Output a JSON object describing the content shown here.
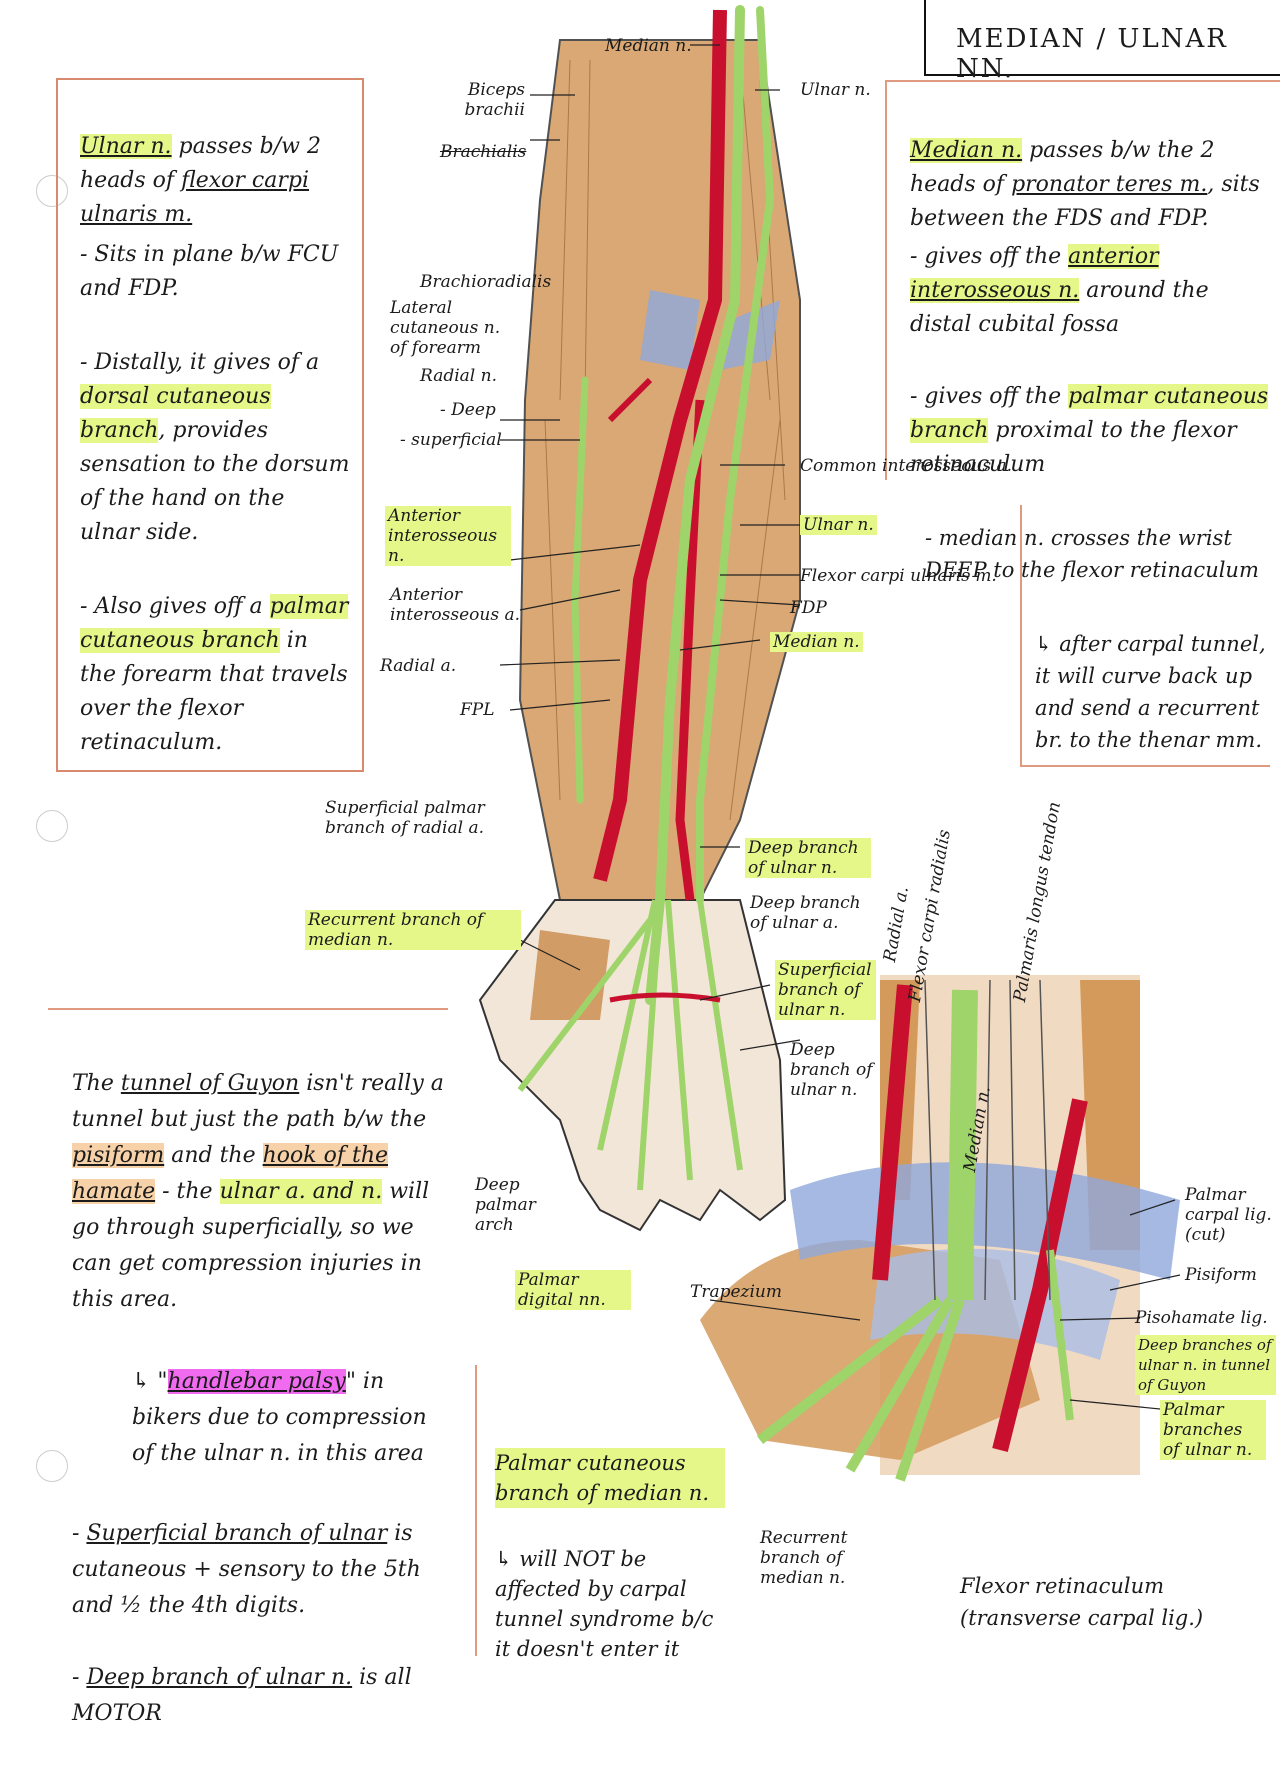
{
  "title": "MEDIAN / ULNAR NN.",
  "left_note_top": {
    "p1_hl": "Ulnar n.",
    "p1_rest": " passes b/w 2 heads of ",
    "p1_u": "flexor carpi ulnaris m.",
    "p2": "- Sits in plane b/w FCU and FDP.",
    "p3_a": "- Distally, it gives of a ",
    "p3_hl": "dorsal cutaneous branch",
    "p3_b": ", provides sensation to the dorsum of the hand on the ulnar side.",
    "p4_a": "- Also gives off a ",
    "p4_hl": "palmar cutaneous branch",
    "p4_b": " in the forearm that travels over the flexor retinaculum."
  },
  "right_note_top": {
    "p1_hl": "Median n.",
    "p1_rest_a": " passes b/w the 2 heads of ",
    "p1_u": "pronator teres m.",
    "p1_rest_b": ", sits between the FDS and FDP.",
    "p2_a": "- gives off the ",
    "p2_hl": "anterior interosseous n.",
    "p2_b": " around the distal cubital fossa",
    "p3_a": "- gives off the ",
    "p3_hl": "palmar cutaneous branch",
    "p3_b": " proximal to the flexor retinaculum"
  },
  "right_note_mid": {
    "p1": "- median n. crosses the wrist DEEP to the flexor retinaculum",
    "p2": "↳ after carpal tunnel, it will curve back up and send a recurrent br. to the thenar mm."
  },
  "left_note_bottom": {
    "p1_a": "The ",
    "p1_u": "tunnel of Guyon",
    "p1_b": " isn't really a tunnel but just the path b/w the ",
    "p1_o1": "pisiform",
    "p1_c": " and the ",
    "p1_o2": "hook of the hamate",
    "p1_d": " - the ",
    "p1_g": "ulnar a. and n.",
    "p1_e": " will go through superficially, so we can get compression injuries in this area.",
    "p2_a": "↳ \"",
    "p2_hl": "handlebar palsy",
    "p2_b": "\" in bikers due to compression of the ulnar n. in this area",
    "p3_a": "- ",
    "p3_u": "Superficial branch of ulnar",
    "p3_b": " is cutaneous + sensory to the 5th and ½ the 4th digits.",
    "p4_a": "- ",
    "p4_u": "Deep branch of ulnar n.",
    "p4_b": " is all MOTOR"
  },
  "bottom_center_note": {
    "heading": "Palmar cutaneous branch of median n.",
    "text": "↳ will NOT be affected by carpal tunnel syndrome b/c it doesn't enter it"
  },
  "labels": {
    "median_top": "Median n.",
    "ulnar_top": "Ulnar n.",
    "biceps": "Biceps brachii",
    "brachialis": "Brachialis",
    "brachioradialis": "Brachioradialis",
    "lat_cut": "Lateral cutaneous n. of forearm",
    "radial_n": "Radial n.",
    "deep": "- Deep",
    "superficial": "- superficial",
    "common_interosseous": "Common interosseous a.",
    "anterior_interosseous_n": "Anterior interosseous n.",
    "ulnar_n2": "Ulnar n.",
    "anterior_interosseous_a": "Anterior interosseous a.",
    "fcu": "Flexor carpi ulnaris m.",
    "fdp": "FDP",
    "median_n2": "Median n.",
    "radial_a": "Radial a.",
    "fpl": "FPL",
    "sup_palmar_radial": "Superficial palmar branch of radial a.",
    "deep_ulnar_n": "Deep branch of ulnar n.",
    "deep_ulnar_a": "Deep branch of ulnar a.",
    "recurrent": "Recurrent branch of median n.",
    "sup_ulnar": "Superficial branch of ulnar n.",
    "deep_ulnar_n2": "Deep branch of ulnar n.",
    "deep_palmar_arch": "Deep palmar arch",
    "palmar_digital": "Palmar digital nn.",
    "trapezium": "Trapezium",
    "radial_a2": "Radial a.",
    "fcr": "Flexor carpi radialis",
    "palmaris_longus": "Palmaris longus tendon",
    "median_n3": "Median n.",
    "palmar_carpal": "Palmar carpal lig. (cut)",
    "pisiform": "Pisiform",
    "pisohamate": "Pisohamate lig.",
    "deep_branches_guyon": "Deep branches of ulnar n. in tunnel of Guyon",
    "palmar_branches_ulnar": "Palmar branches of ulnar n.",
    "recurrent2": "Recurrent branch of median n.",
    "flexor_ret": "Flexor retinaculum (transverse carpal lig.)"
  },
  "colors": {
    "muscle": "#c98a4a",
    "nerve": "#9fd46a",
    "artery": "#c8102e",
    "ligament": "#8fa8dc",
    "highlight": "#e6f78a",
    "box": "#d88a6e"
  }
}
